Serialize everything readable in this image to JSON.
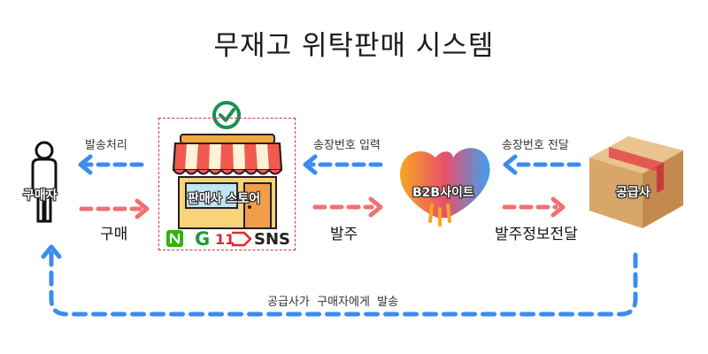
{
  "title": "무재고 위탁판매 시스템",
  "nodes": {
    "buyer": "구매자",
    "store": "판매사 스토어",
    "b2b": "B2B사이트",
    "supplier": "공급사"
  },
  "channels": {
    "g_letter": "G",
    "eleven": "11",
    "sns": "SNS"
  },
  "flows": {
    "ship_process": "발송처리",
    "purchase": "구매",
    "tracking_input": "송장번호 입력",
    "order": "발주",
    "tracking_deliver": "송장번호 전달",
    "order_info_deliver": "발주정보전달",
    "supplier_ships": "공급사가  구매자에게  발송"
  },
  "colors": {
    "blue_arrow": "#3b8cf0",
    "red_arrow": "#f07172",
    "frame": "#d0363b",
    "check": "#1d8f52"
  }
}
